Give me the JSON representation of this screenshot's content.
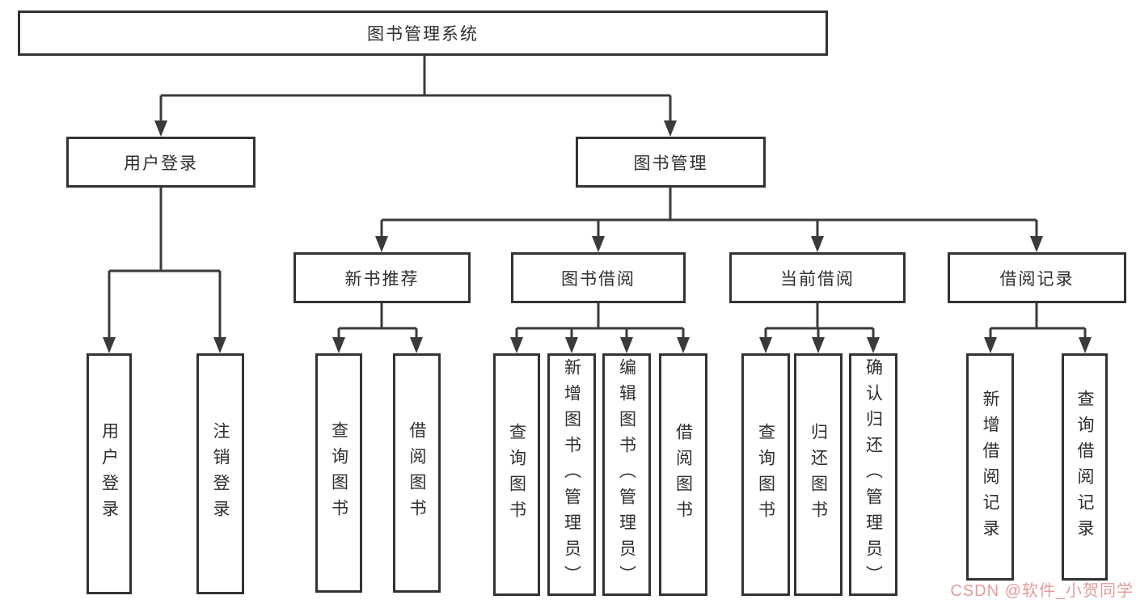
{
  "diagram": {
    "root": {
      "label": "图书管理系统"
    },
    "branches": [
      {
        "label": "用户登录",
        "leaves": [
          {
            "label": "用户登录"
          },
          {
            "label": "注销登录"
          }
        ]
      },
      {
        "label": "图书管理",
        "groups": [
          {
            "label": "新书推荐",
            "leaves": [
              {
                "label": "查询图书"
              },
              {
                "label": "借阅图书"
              }
            ]
          },
          {
            "label": "图书借阅",
            "leaves": [
              {
                "label": "查询图书"
              },
              {
                "label": "新增图书（管理员）"
              },
              {
                "label": "编辑图书（管理员）"
              },
              {
                "label": "借阅图书"
              }
            ]
          },
          {
            "label": "当前借阅",
            "leaves": [
              {
                "label": "查询图书"
              },
              {
                "label": "归还图书"
              },
              {
                "label": "确认归还（管理员）"
              }
            ]
          },
          {
            "label": "借阅记录",
            "leaves": [
              {
                "label": "新增借阅记录"
              },
              {
                "label": "查询借阅记录"
              }
            ]
          }
        ]
      }
    ]
  },
  "watermark": {
    "text": "CSDN @软件_小贺同学",
    "color": "#e39c9c"
  },
  "colors": {
    "background": "#ffffff",
    "line": "#3a3a3a",
    "box_border": "#333333",
    "text": "#2e2e2e"
  }
}
